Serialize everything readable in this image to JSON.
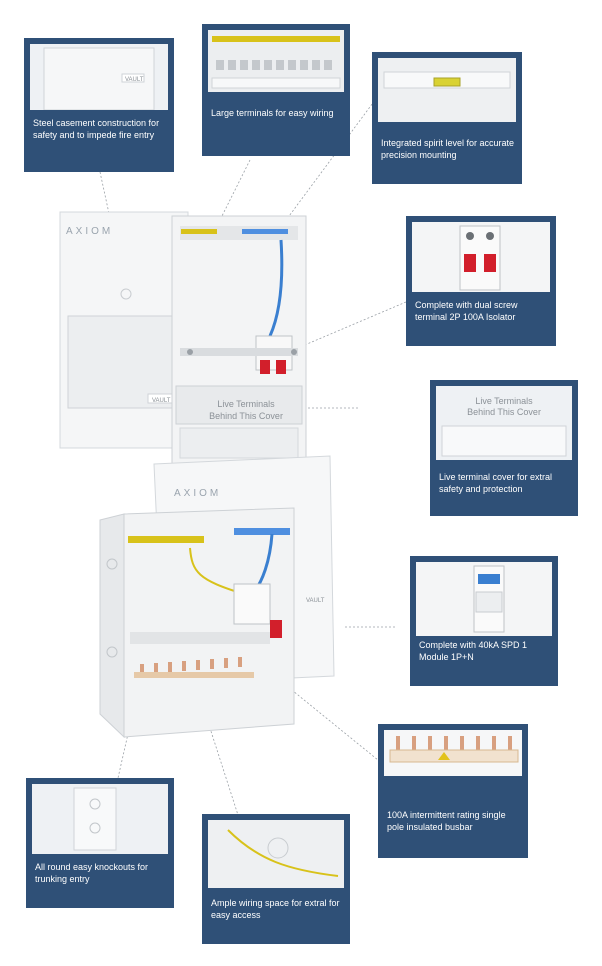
{
  "brand": {
    "logo": "AXIOM",
    "badge": "VAULT"
  },
  "cover_text": {
    "line1": "Live Terminals",
    "line2": "Behind This Cover"
  },
  "callouts": [
    {
      "id": "steel",
      "text": "Steel casement construction for safety and to impede fire entry"
    },
    {
      "id": "terminals",
      "text": "Large terminals for easy wiring"
    },
    {
      "id": "spirit",
      "text": "Integrated spirit level for accurate precision mounting"
    },
    {
      "id": "isolator",
      "text": "Complete with dual screw terminal 2P 100A Isolator"
    },
    {
      "id": "cover",
      "text": "Live terminal cover for extral safety and protection"
    },
    {
      "id": "spd",
      "text": "Complete with 40kA SPD 1 Module 1P+N"
    },
    {
      "id": "busbar",
      "text": "100A intermittent rating single pole insulated busbar"
    },
    {
      "id": "knockouts",
      "text": "All round easy knockouts for trunking entry"
    },
    {
      "id": "wiring",
      "text": "Ample wiring space for extral for easy access"
    }
  ],
  "colors": {
    "card": "#2f5077",
    "red": "#d21f2b",
    "blue_wire": "#3a7fd0",
    "yellow": "#d8c21a"
  }
}
